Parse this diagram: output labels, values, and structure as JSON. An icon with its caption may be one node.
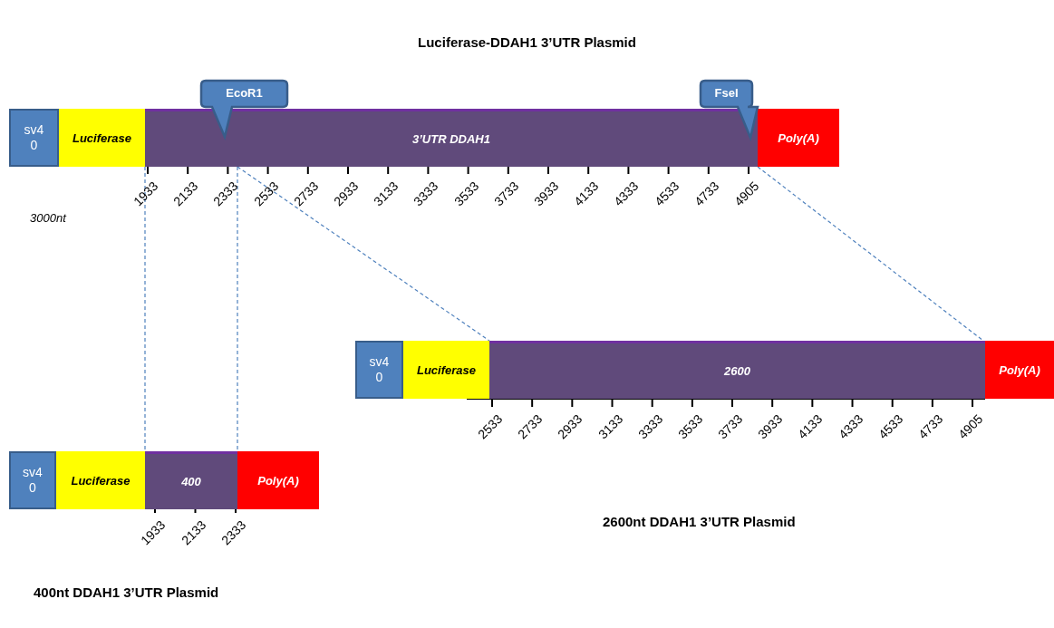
{
  "diagram": {
    "title": "Luciferase-DDAH1  3’UTR Plasmid",
    "nodes": [
      {
        "text": [
          "sv4 0"
        ]
      },
      {
        "text": [
          "Luciferase"
        ]
      },
      {
        "text": [
          "3’UTR DDAH1"
        ],
        "beside": [
          "1933",
          "2133",
          "2333",
          "2533",
          "2733",
          "2933",
          "3133",
          "3333",
          "3533",
          "3733",
          "3933",
          "4133",
          "4333",
          "4533",
          "4733",
          "4905"
        ]
      },
      {
        "text": [
          "Poly(A)"
        ]
      },
      {
        "text": [
          "EcoR1"
        ]
      },
      {
        "text": [
          "FseI"
        ]
      },
      {
        "text": [
          "sv4 0"
        ]
      },
      {
        "text": [
          "Luciferase"
        ]
      },
      {
        "text": [
          "2600"
        ],
        "beside": [
          "2533",
          "2733",
          "2933",
          "3133",
          "3333",
          "3533",
          "3733",
          "3933",
          "4133",
          "4333",
          "4533",
          "4733",
          "4905"
        ]
      },
      {
        "text": [
          "Poly(A)"
        ]
      },
      {
        "text": [
          "sv4 0"
        ]
      },
      {
        "text": [
          "Luciferase"
        ]
      },
      {
        "text": [
          "400"
        ],
        "beside": [
          "1933",
          "2133",
          "2333"
        ]
      },
      {
        "text": [
          "Poly(A)"
        ]
      }
    ],
    "edges": [
      {
        "from": 2,
        "to": 12,
        "arrow": "none",
        "style": "dashed"
      },
      {
        "from": 2,
        "to": 12,
        "arrow": "none",
        "style": "dashed"
      },
      {
        "from": 2,
        "to": 8,
        "arrow": "none",
        "style": "dashed"
      },
      {
        "from": 2,
        "to": 8,
        "arrow": "none",
        "style": "dashed"
      }
    ],
    "labels": [
      "3000nt",
      "2600nt DDAH1  3’UTR Plasmid",
      "400nt DDAH1  3’UTR Plasmid"
    ]
  }
}
